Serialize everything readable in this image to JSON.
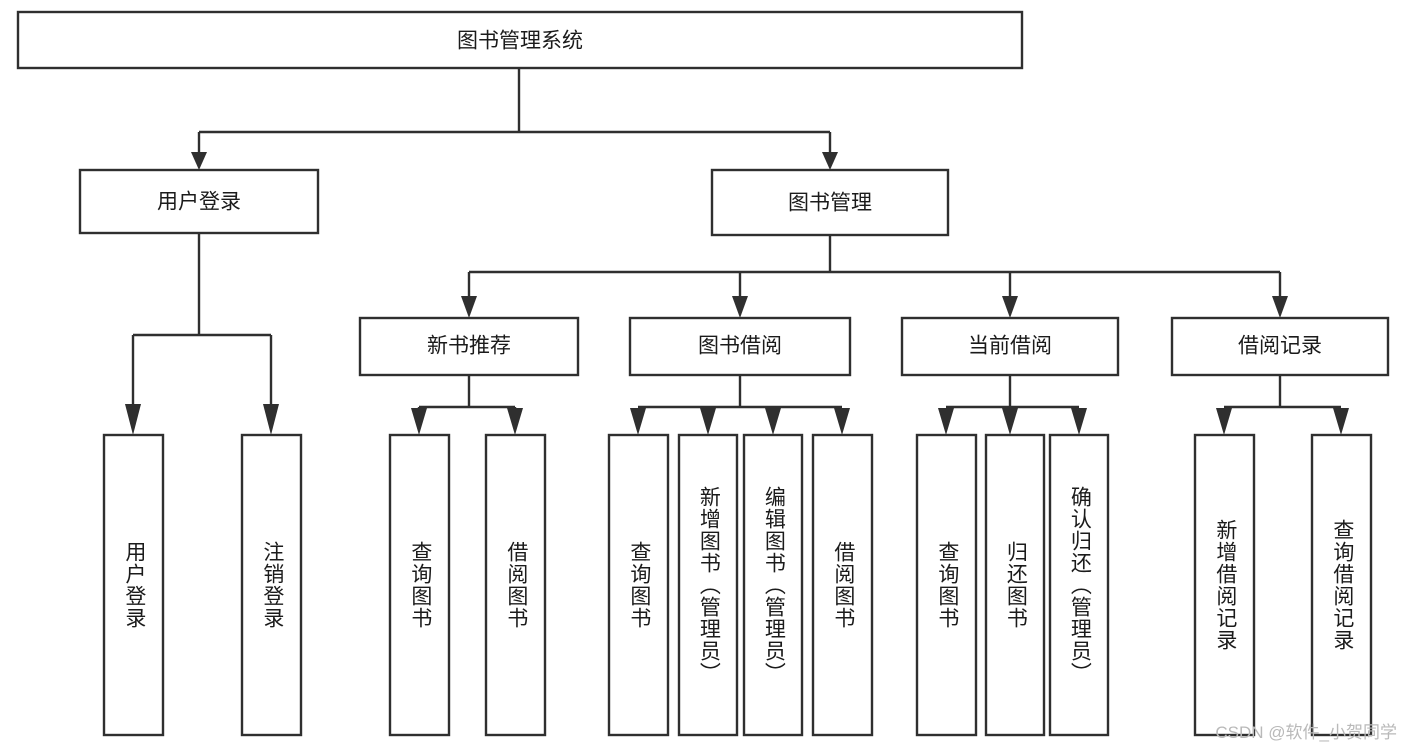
{
  "diagram": {
    "type": "tree",
    "title": "图书管理系统",
    "root": {
      "id": "root",
      "label": "图书管理系统",
      "orientation": "horizontal"
    },
    "level2": [
      {
        "id": "user-login",
        "label": "用户登录",
        "orientation": "horizontal"
      },
      {
        "id": "book-manage",
        "label": "图书管理",
        "orientation": "horizontal"
      }
    ],
    "level3": [
      {
        "id": "new-book-recommend",
        "label": "新书推荐",
        "orientation": "horizontal",
        "parent": "book-manage"
      },
      {
        "id": "book-borrow",
        "label": "图书借阅",
        "orientation": "horizontal",
        "parent": "book-manage"
      },
      {
        "id": "current-borrow",
        "label": "当前借阅",
        "orientation": "horizontal",
        "parent": "book-manage"
      },
      {
        "id": "borrow-record",
        "label": "借阅记录",
        "orientation": "horizontal",
        "parent": "book-manage"
      }
    ],
    "leaves": [
      {
        "id": "leaf-user-login",
        "label": "用户登录",
        "parent": "user-login"
      },
      {
        "id": "leaf-logout-login",
        "label": "注销登录",
        "parent": "user-login"
      },
      {
        "id": "leaf-query-book-1",
        "label": "查询图书",
        "parent": "new-book-recommend"
      },
      {
        "id": "leaf-borrow-book-1",
        "label": "借阅图书",
        "parent": "new-book-recommend"
      },
      {
        "id": "leaf-query-book-2",
        "label": "查询图书",
        "parent": "book-borrow"
      },
      {
        "id": "leaf-add-book",
        "label": "新增图书（管理员）",
        "parent": "book-borrow"
      },
      {
        "id": "leaf-edit-book",
        "label": "编辑图书（管理员）",
        "parent": "book-borrow"
      },
      {
        "id": "leaf-borrow-book-2",
        "label": "借阅图书",
        "parent": "book-borrow"
      },
      {
        "id": "leaf-query-book-3",
        "label": "查询图书",
        "parent": "current-borrow"
      },
      {
        "id": "leaf-return-book",
        "label": "归还图书",
        "parent": "current-borrow"
      },
      {
        "id": "leaf-confirm-return",
        "label": "确认归还（管理员）",
        "parent": "current-borrow"
      },
      {
        "id": "leaf-add-borrow-record",
        "label": "新增借阅记录",
        "parent": "borrow-record"
      },
      {
        "id": "leaf-query-borrow-record",
        "label": "查询借阅记录",
        "parent": "borrow-record"
      }
    ],
    "colors": {
      "background": "#ffffff",
      "box_fill": "#ffffff",
      "box_stroke": "#2f2f2f",
      "text": "#1b1b1b",
      "watermark": "#b9b9b9"
    }
  },
  "watermark": {
    "text": "CSDN @软件_小贺同学"
  }
}
